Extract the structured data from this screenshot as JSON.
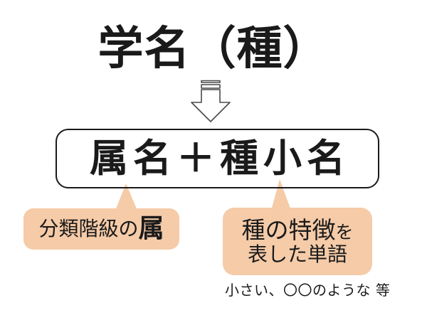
{
  "colors": {
    "background": "#ffffff",
    "callout_fill": "#f5cba8",
    "ink": "#1a1a1a",
    "arrow_outline": "#4a4a4a"
  },
  "icons": {
    "flow_arrow": "striped-down-arrow"
  },
  "title": {
    "text": "学名（種）"
  },
  "formula_box": {
    "text": "属名＋種小名"
  },
  "callout_left": {
    "text_prefix": "分類階級の",
    "text_emphasis": "属"
  },
  "callout_right": {
    "line1_main": "種の特徴",
    "line1_particle": "を",
    "line2": "表した単語"
  },
  "footnote": {
    "text": "小さい、〇〇のような 等"
  }
}
